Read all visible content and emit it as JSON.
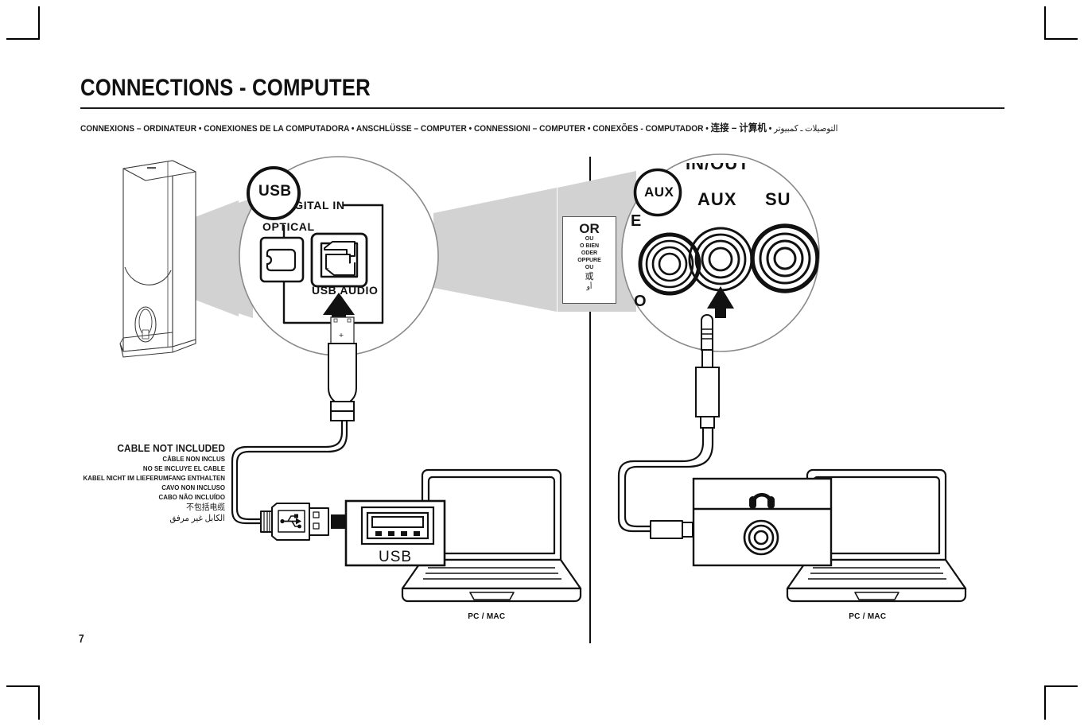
{
  "header": {
    "title": "CONNECTIONS - COMPUTER",
    "subtitle_languages": [
      "CONNEXIONS – ORDINATEUR",
      "CONEXIONES DE LA COMPUTADORA",
      "ANSCHLÜSSE – COMPUTER",
      "CONNESSIONI – COMPUTER",
      "CONEXÕES - COMPUTADOR",
      "连接 – 计算机",
      "التوصيلات ـ كمبيوتر"
    ],
    "subtitle_separator": "•"
  },
  "page_number": "7",
  "left_panel": {
    "badge": "USB",
    "panel_labels": {
      "digital_in": "DIGITAL IN",
      "optical": "OPTICAL",
      "usb_audio": "USB AUDIO"
    },
    "laptop_label": "PC / MAC",
    "laptop_port_label": "USB",
    "cable_note": {
      "en": "CABLE NOT INCLUDED",
      "fr": "CÂBLE NON INCLUS",
      "es": "NO SE INCLUYE EL CABLE",
      "de": "KABEL NICHT IM LIEFERUMFANG ENTHALTEN",
      "it": "CAVO NON INCLUSO",
      "pt": "CABO NÃO INCLUÍDO",
      "zh": "不包括电缆",
      "ar": "الكابل غير مرفق"
    }
  },
  "or_box": {
    "main": "OR",
    "translations": [
      "OU",
      "O BIEN",
      "ODER",
      "OPPURE",
      "OU"
    ],
    "zh": "或",
    "ar": "أو"
  },
  "right_panel": {
    "badge": "AUX",
    "panel_labels": {
      "in_out": "IN/OUT",
      "aux": "AUX",
      "sub": "SUB",
      "partial_left": "E",
      "partial_left_lower": "O"
    },
    "laptop_label": "PC / MAC",
    "headphone_icon": "headphone-icon"
  },
  "colors": {
    "ink": "#111111",
    "cone_gray": "#d2d2d2",
    "line_gray": "#6b6b6b",
    "white": "#ffffff"
  }
}
